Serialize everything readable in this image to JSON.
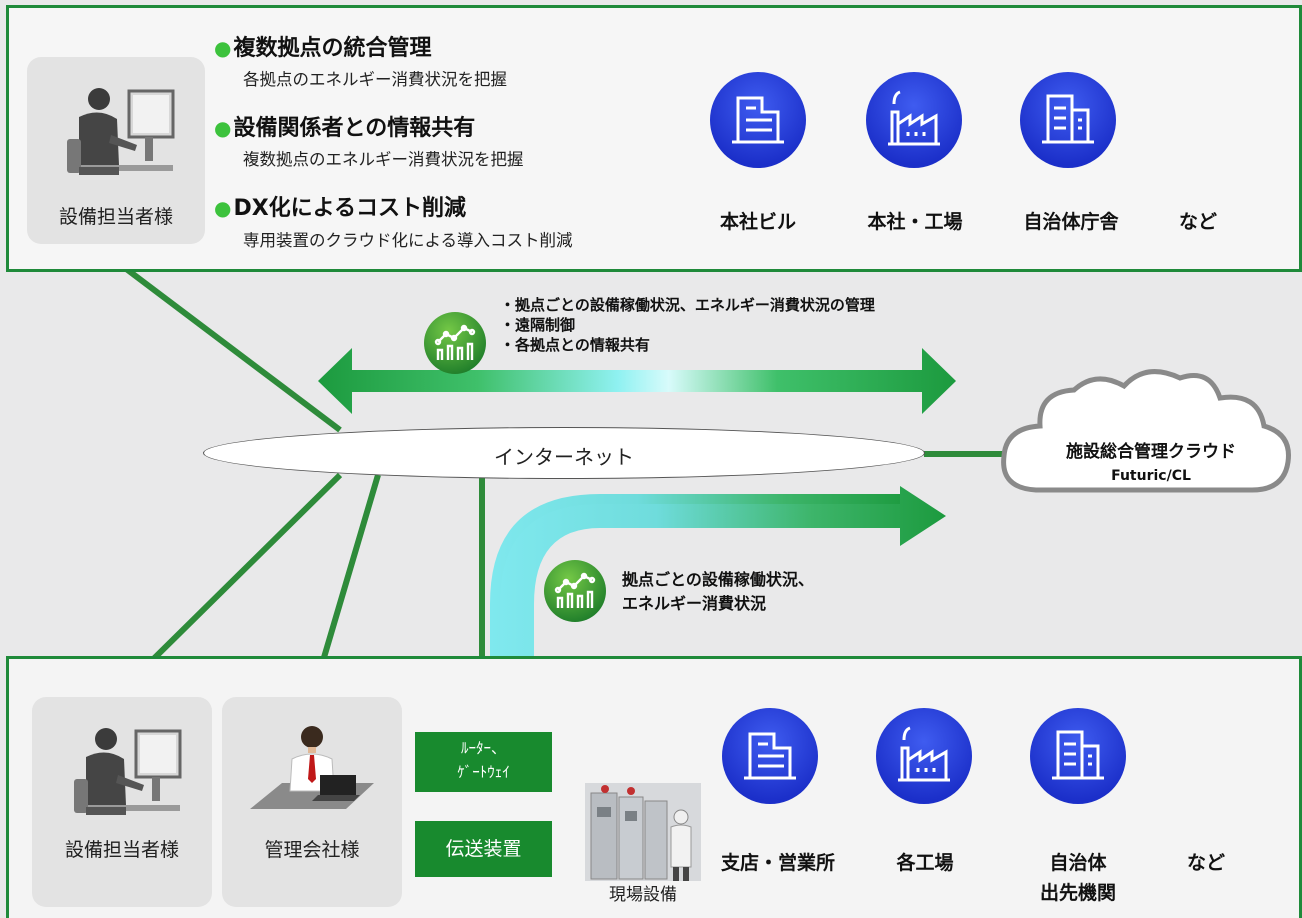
{
  "colors": {
    "frame_green": "#1f8a3a",
    "line_green": "#2e8b3a",
    "icon_blue": "#2a3fdc",
    "box_green": "#188a2e",
    "arrow_cyan": "#7fe8ee",
    "bullet_green": "#3cc23c"
  },
  "top_panel": {
    "person_label": "設備担当者様",
    "features": [
      {
        "title": "複数拠点の統合管理",
        "desc": "各拠点のエネルギー消費状況を把握"
      },
      {
        "title": "設備関係者との情報共有",
        "desc": "複数拠点のエネルギー消費状況を把握"
      },
      {
        "title": "DX化によるコスト削減",
        "desc": "専用装置のクラウド化による導入コスト削減"
      }
    ],
    "bullet_char": "●",
    "buildings": [
      {
        "icon": "office-building-icon",
        "label": "本社ビル"
      },
      {
        "icon": "factory-icon",
        "label": "本社・工場"
      },
      {
        "icon": "government-building-icon",
        "label": "自治体庁舎"
      }
    ],
    "etc_label": "など"
  },
  "middle": {
    "upper_arrow_items": [
      "・拠点ごとの設備稼働状況、エネルギー消費状況の管理",
      "・遠隔制御",
      "・各拠点との情報共有"
    ],
    "internet_label": "インターネット",
    "cloud_title": "施設総合管理クラウド",
    "cloud_subtitle": "Futuric/CL",
    "lower_arrow_lines": [
      "拠点ごとの設備稼働状況、",
      "エネルギー消費状況"
    ]
  },
  "bottom_panel": {
    "person1_label": "設備担当者様",
    "person2_label": "管理会社様",
    "router_line1": "ﾙｰﾀｰ、",
    "router_line2": "ｹﾞｰﾄｳｪｲ",
    "transmitter_label": "伝送装置",
    "site_equipment_label": "現場設備",
    "buildings": [
      {
        "icon": "office-building-icon",
        "label": "支店・営業所"
      },
      {
        "icon": "factory-icon",
        "label": "各工場"
      },
      {
        "icon": "government-building-icon",
        "label_line1": "自治体",
        "label_line2": "出先機関"
      }
    ],
    "etc_label": "など"
  }
}
